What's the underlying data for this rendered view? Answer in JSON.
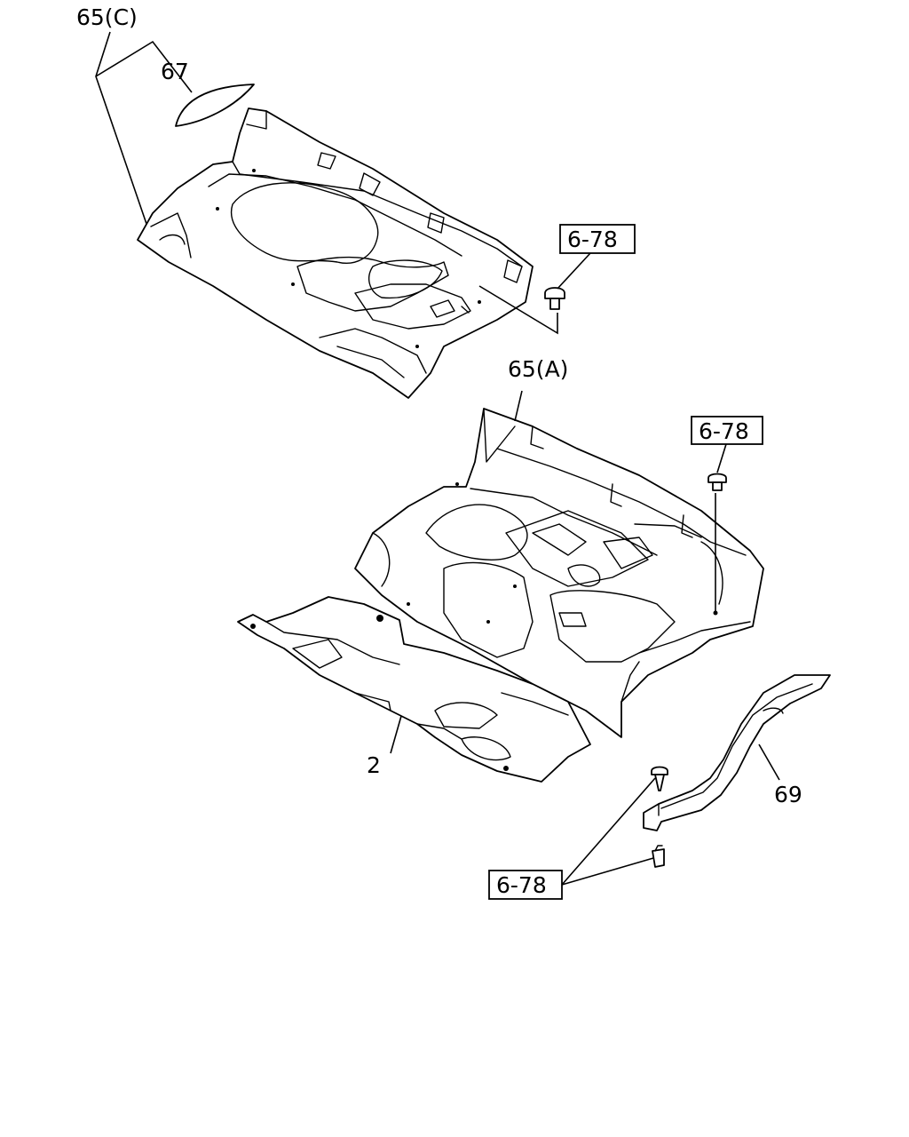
{
  "callouts": {
    "c65c": "65(C)",
    "c67": "67",
    "c65a": "65(A)",
    "c2": "2",
    "c69": "69",
    "ref1": "6-78",
    "ref2": "6-78",
    "ref3": "6-78"
  }
}
